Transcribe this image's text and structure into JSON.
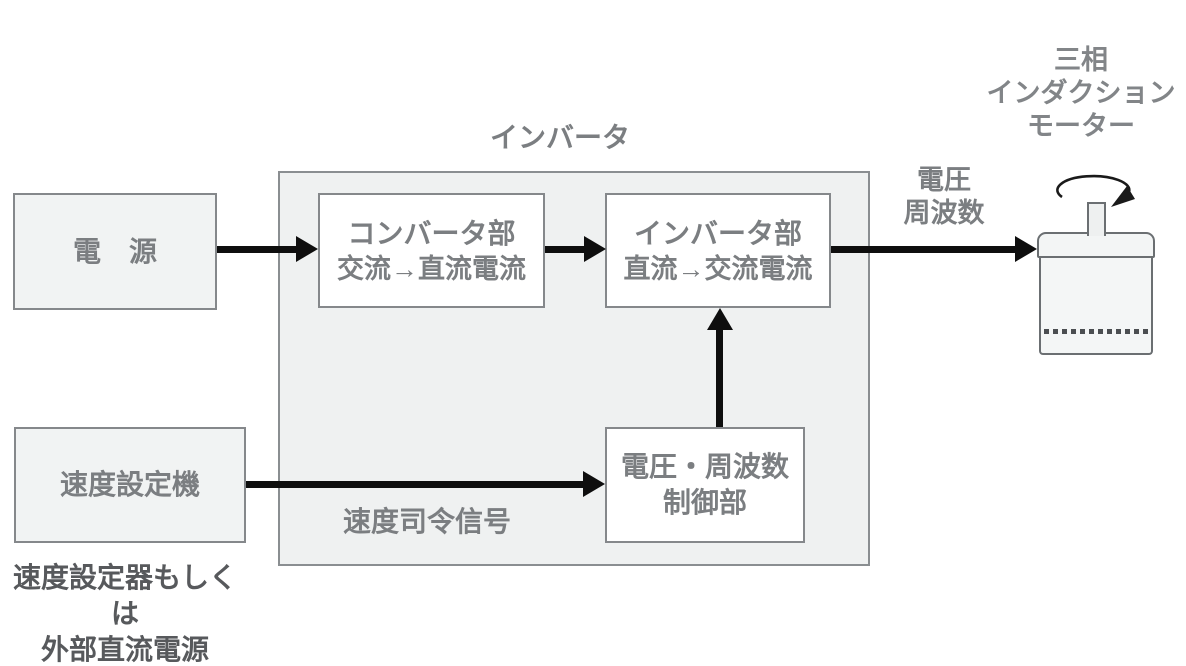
{
  "diagram": {
    "inverter_group_label": "インバータ",
    "power_box": {
      "label": "電　源"
    },
    "converter_box": {
      "line1": "コンバータ部",
      "line2": "交流→直流電流"
    },
    "inverter_section_box": {
      "line1": "インバータ部",
      "line2": "直流→交流電流"
    },
    "control_box": {
      "line1": "電圧・周波数",
      "line2": "制御部"
    },
    "speed_setter_box": {
      "label": "速度設定機"
    },
    "output_label": {
      "line1": "電圧",
      "line2": "周波数"
    },
    "motor_label": {
      "line1": "三相",
      "line2": "インダクション",
      "line3": "モーター"
    },
    "speed_command_label": "速度司令信号",
    "speed_setter_note": {
      "line1": "速度設定器もしくは",
      "line2": "外部直流電源"
    },
    "icons": {
      "rotation_arrow": "rotation-arrow-icon",
      "motor": "motor-icon"
    },
    "colors": {
      "group_fill": "#eff1f1",
      "box_fill": "#f1f3f3",
      "inner_box_fill": "#ffffff",
      "border_gray": "#85888b",
      "motor_border": "#6b6f72",
      "text_gray": "#7b7e81",
      "note_text_gray": "#57595c",
      "arrow_black": "#0e0e0e"
    }
  }
}
